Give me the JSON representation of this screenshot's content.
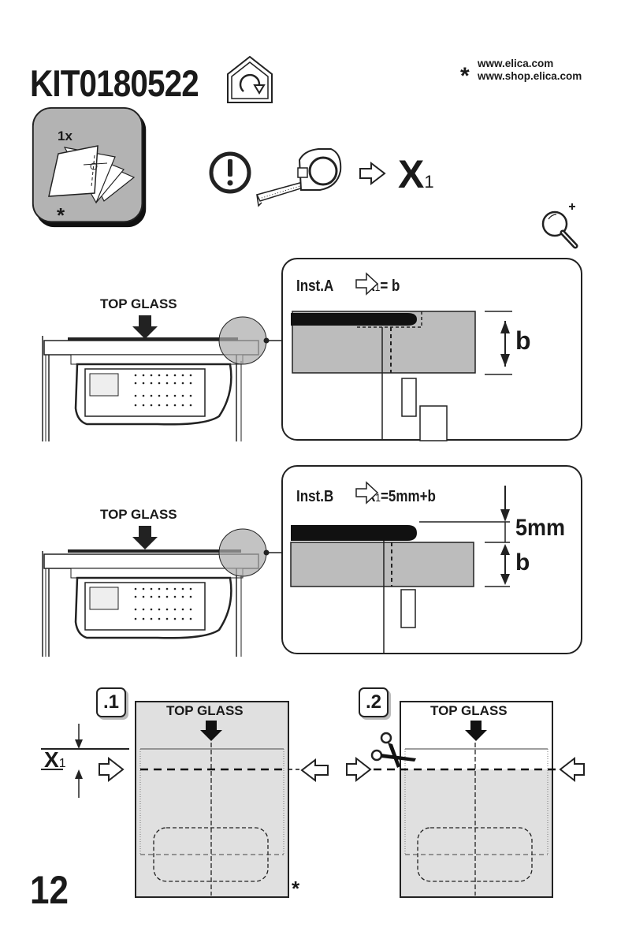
{
  "header": {
    "kit_code": "KIT0180522",
    "kit_icon": "house-rotate-icon",
    "urls_marker": "*",
    "urls": [
      "www.elica.com",
      "www.shop.elica.com"
    ]
  },
  "kit_contents": {
    "quantity": "1x",
    "item_icon": "paper-template-icon",
    "note_marker": "*"
  },
  "measure_instruction": {
    "warning_icon": "exclamation-circle-icon",
    "tool_icon": "tape-measure-icon",
    "arrow_icon": "hollow-arrow-right-icon",
    "result_label": "X",
    "result_subscript": "1"
  },
  "zoom_icon": "magnifier-plus-icon",
  "install_a": {
    "top_label": "TOP GLASS",
    "formula_prefix": "Inst.A",
    "formula_x": "X",
    "formula_sub": "1",
    "formula_rest": "= b",
    "dimension_label": "b"
  },
  "install_b": {
    "top_label": "TOP GLASS",
    "formula_prefix": "Inst.B",
    "formula_x": "X",
    "formula_sub": "1",
    "formula_rest": "=5mm+b",
    "dimension_offset_label": "5mm",
    "dimension_label": "b"
  },
  "steps": [
    {
      "badge": ".1",
      "top_label": "TOP GLASS",
      "dim_label": "X",
      "dim_sub": "1",
      "note_marker": "*"
    },
    {
      "badge": ".2",
      "top_label": "TOP GLASS",
      "tool_icon": "scissors-icon"
    }
  ],
  "footer": {
    "page_number": "12"
  }
}
